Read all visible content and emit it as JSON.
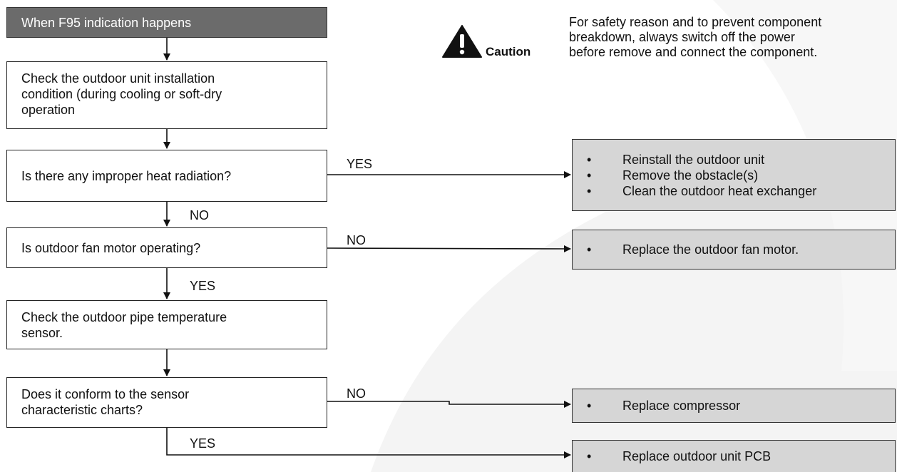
{
  "caution": {
    "label": "Caution",
    "text_lines": [
      "For safety reason and to prevent component",
      "breakdown, always switch off the power",
      "before remove and connect the component."
    ]
  },
  "flow": {
    "start": "When F95 indication happens",
    "step_check_install": [
      "Check the outdoor unit installation",
      "condition (during cooling or soft-dry",
      "operation"
    ],
    "q_heat": "Is there any improper heat radiation?",
    "q_fan": "Is outdoor fan motor operating?",
    "step_check_sensor": [
      "Check the outdoor pipe temperature",
      "sensor."
    ],
    "q_sensor": [
      "Does it conform to the sensor",
      "characteristic charts?"
    ]
  },
  "labels": {
    "heat_yes": "YES",
    "heat_no": "NO",
    "fan_no": "NO",
    "fan_yes": "YES",
    "sensor_no": "NO",
    "sensor_yes": "YES"
  },
  "results": {
    "bullet": "•",
    "heat": [
      "Reinstall the outdoor unit",
      "Remove the obstacle(s)",
      "Clean the outdoor heat exchanger"
    ],
    "fan": [
      "Replace the outdoor fan motor."
    ],
    "compressor": [
      "Replace compressor"
    ],
    "pcb": [
      "Replace outdoor unit PCB"
    ]
  },
  "colors": {
    "start_fill": "#6b6b6b",
    "result_fill": "#d6d6d6",
    "line": "#111111"
  }
}
